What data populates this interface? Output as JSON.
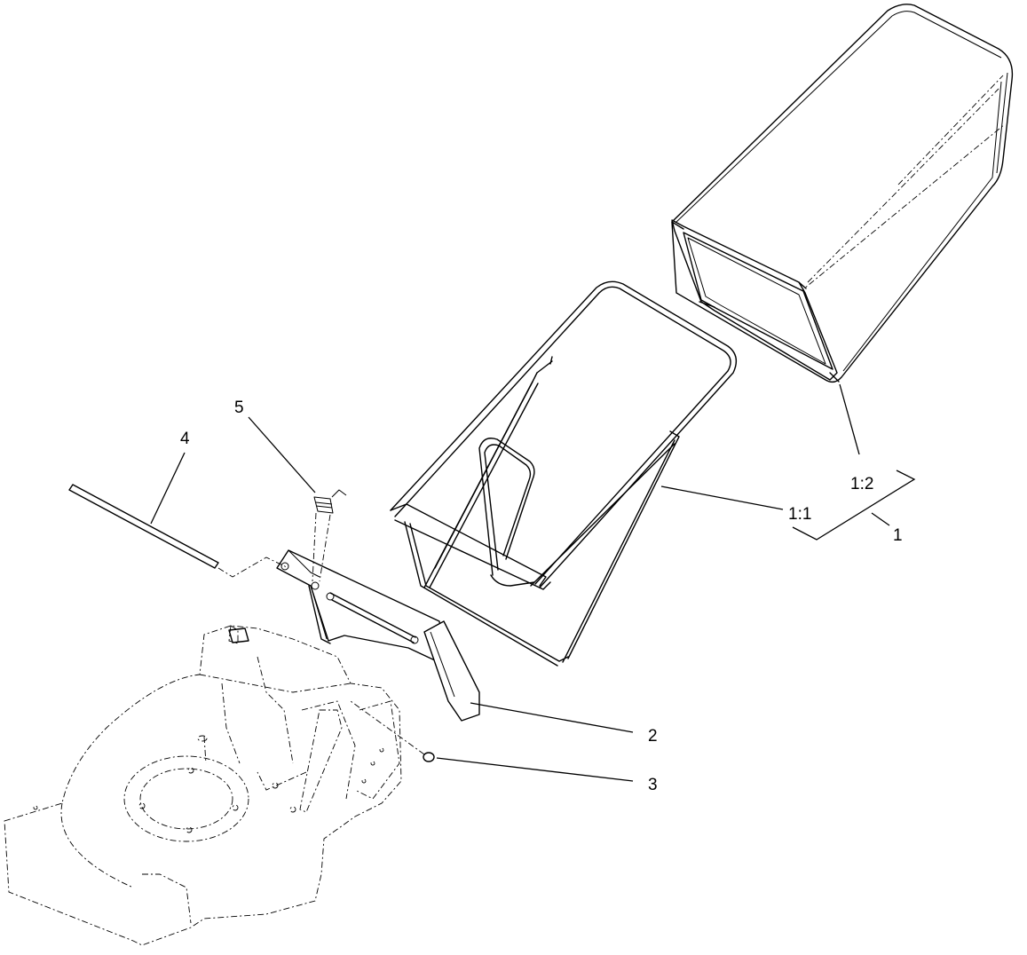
{
  "callouts": {
    "c1": "1",
    "c1_1": "1:1",
    "c1_2": "1:2",
    "c2": "2",
    "c3": "3",
    "c4": "4",
    "c5": "5"
  }
}
